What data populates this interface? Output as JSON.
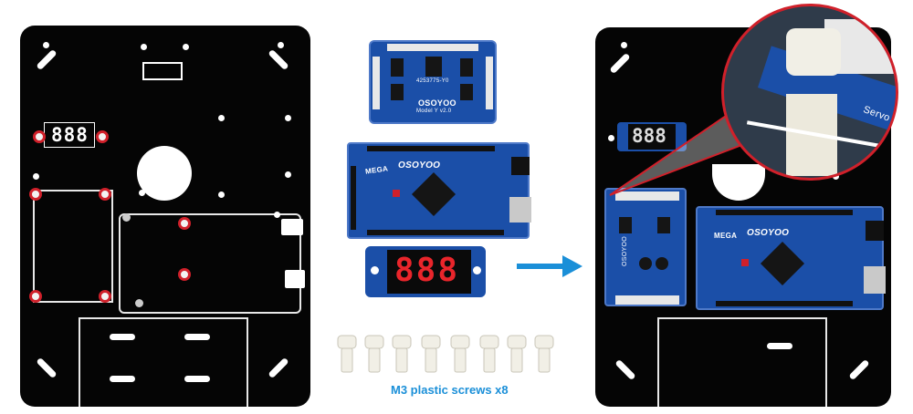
{
  "left_plate": {
    "display_digits": "888"
  },
  "parts": {
    "servo_board_title": "OSOYOO",
    "servo_board_model": "Model Y v2.0",
    "servo_board_code": "4253775-Y0",
    "mega_label": "MEGA",
    "mega_brand": "OSOYOO",
    "voltmeter_digits": "888"
  },
  "caption": {
    "text": "M3 plastic screws x8"
  },
  "right_plate": {
    "display_digits": "888",
    "zoom_label": "Servo",
    "servo_board_brand": "OSOYOO",
    "mega_label": "MEGA",
    "mega_brand": "OSOYOO"
  },
  "colors": {
    "accent_arrow": "#1a8fd8",
    "highlight_ring": "#d0202a",
    "board_blue": "#1b4fa8",
    "plate_black": "#050505"
  }
}
